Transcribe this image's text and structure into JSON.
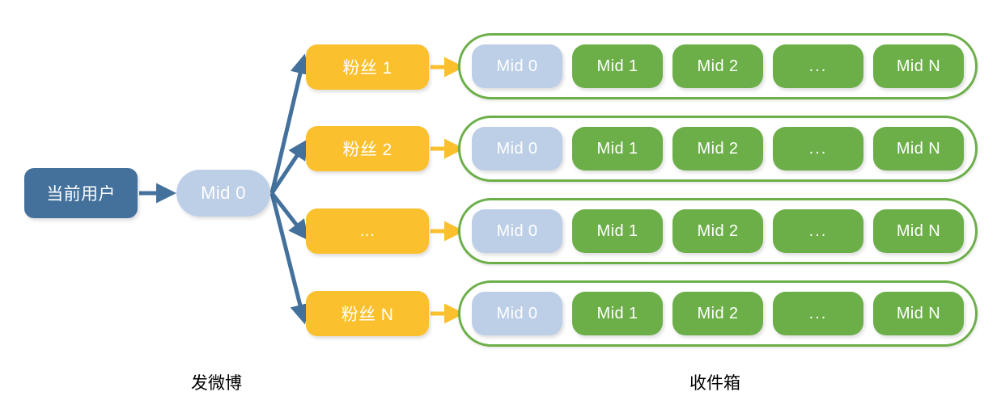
{
  "diagram": {
    "title_publish": "发微博",
    "title_inbox": "收件箱",
    "colors": {
      "dark_blue": "#44719C",
      "light_blue": "#BDCFE7",
      "yellow": "#FBC02D",
      "green": "#6CAF49",
      "white": "#FFFFFF",
      "text": "#000000"
    }
  },
  "source": {
    "user_label": "当前用户",
    "mid_label": "Mid 0"
  },
  "fans": [
    {
      "label": "粉丝 1"
    },
    {
      "label": "粉丝 2"
    },
    {
      "label": "..."
    },
    {
      "label": "粉丝 N"
    }
  ],
  "inboxes": [
    {
      "messages": [
        {
          "label": "Mid 0",
          "kind": "lightblue"
        },
        {
          "label": "Mid 1",
          "kind": "green"
        },
        {
          "label": "Mid 2",
          "kind": "green"
        },
        {
          "label": "...",
          "kind": "green"
        },
        {
          "label": "Mid N",
          "kind": "green"
        }
      ]
    },
    {
      "messages": [
        {
          "label": "Mid 0",
          "kind": "lightblue"
        },
        {
          "label": "Mid 1",
          "kind": "green"
        },
        {
          "label": "Mid 2",
          "kind": "green"
        },
        {
          "label": "...",
          "kind": "green"
        },
        {
          "label": "Mid N",
          "kind": "green"
        }
      ]
    },
    {
      "messages": [
        {
          "label": "Mid 0",
          "kind": "lightblue"
        },
        {
          "label": "Mid 1",
          "kind": "green"
        },
        {
          "label": "Mid 2",
          "kind": "green"
        },
        {
          "label": "...",
          "kind": "green"
        },
        {
          "label": "Mid N",
          "kind": "green"
        }
      ]
    },
    {
      "messages": [
        {
          "label": "Mid 0",
          "kind": "lightblue"
        },
        {
          "label": "Mid 1",
          "kind": "green"
        },
        {
          "label": "Mid 2",
          "kind": "green"
        },
        {
          "label": "...",
          "kind": "green"
        },
        {
          "label": "Mid N",
          "kind": "green"
        }
      ]
    }
  ]
}
